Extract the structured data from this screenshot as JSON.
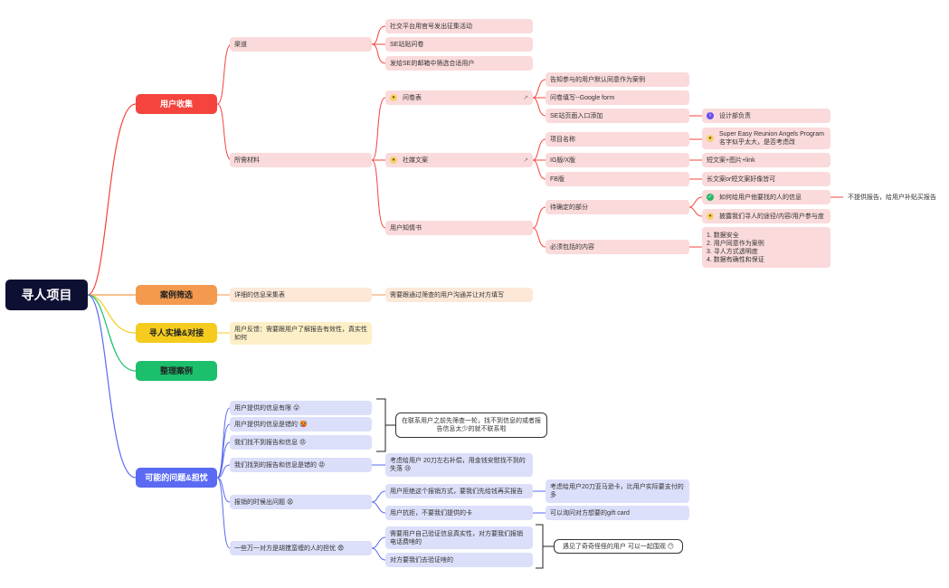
{
  "root": "寻人项目",
  "branches": {
    "collect": "用户收集",
    "screen": "案例筛选",
    "execute": "寻人实操&对接",
    "organize": "整理案例",
    "issues": "可能的问题&担忧"
  },
  "collect": {
    "channel": "渠道",
    "channel_items": [
      "社交平台用官号发出征集活动",
      "SE站贴问卷",
      "发给SE的邮箱中筛选合适用户"
    ],
    "materials": "所需材料",
    "questionnaire": "问卷表",
    "q_items": [
      "告知参与的用户默认同意作为案例",
      "问卷填写--Google form",
      "SE站页面入口添加"
    ],
    "design": "设计部负责",
    "social": "社媒文案",
    "social_items": [
      "项目名称",
      "IG版/X版",
      "FB版"
    ],
    "project_name_detail": "Super Easy Reunion Angels Program\n名字似乎太大，是否考虑改",
    "ig_detail": "短文案+图片+link",
    "fb_detail": "长文案or短文案好像皆可",
    "consent": "用户知情书",
    "pending": "待确定的部分",
    "pending_a": "如何给用户他要找的人的信息",
    "pending_a_detail": "不提供报告，给用户补贴买报告",
    "pending_b": "披露我们寻人的途径/内容/用户参与度",
    "required": "必须包括的内容",
    "required_detail": "1. 数据安全\n2. 用户同意作为案例\n3. 寻人方式透明度\n4. 数据有确性和保证"
  },
  "screen": {
    "form": "详细的信息采集表",
    "form_detail": "需要跟通过筛查的用户沟通并让对方填写"
  },
  "execute": {
    "feedback": "用户反馈：需要跟用户了解报告有效性，真实性如何"
  },
  "issues": {
    "info_limited": "用户提供的信息有限 😮",
    "info_wrong": "用户提供的信息是错的 🥵",
    "no_report": "我们找不到报告和信息 😠",
    "bracket_note": "在联系用户之前先筛查一轮，找不到信息的或者报告信息太少的就不联系啦",
    "wrong_report": "我们找到的报告和信息是错的 😡",
    "wrong_report_detail": "考虑给用户 20刀左右补偿，用金钱安慰找不到的失落 😢",
    "reward": "报销的时候出问题 😩",
    "reward_a": "用户拒绝这个报销方式，要我们先给钱再买报告",
    "reward_a_detail": "考虑给用户20刀亚马逊卡，比用户实际要支付的多",
    "reward_b": "用户抗拒，不要我们提供的卡",
    "reward_b_detail": "可以询问对方想要的gift card",
    "fraud": "一些万一对方是胡搅蛮缠的人的担忧 😨",
    "fraud_a": "需要用户自己验证信息真实性，对方要我们报销电话费啥的",
    "fraud_b": "对方要我们去验证啥的",
    "fraud_note": "遇见了奇奇怪怪的用户 可以一起围观 😶"
  },
  "colors": {
    "root": "#0e1033",
    "collect": "#f4443d",
    "screen": "#f39a4f",
    "execute": "#f5cc1e",
    "organize": "#1bbf6c",
    "issues": "#5a6af2"
  }
}
